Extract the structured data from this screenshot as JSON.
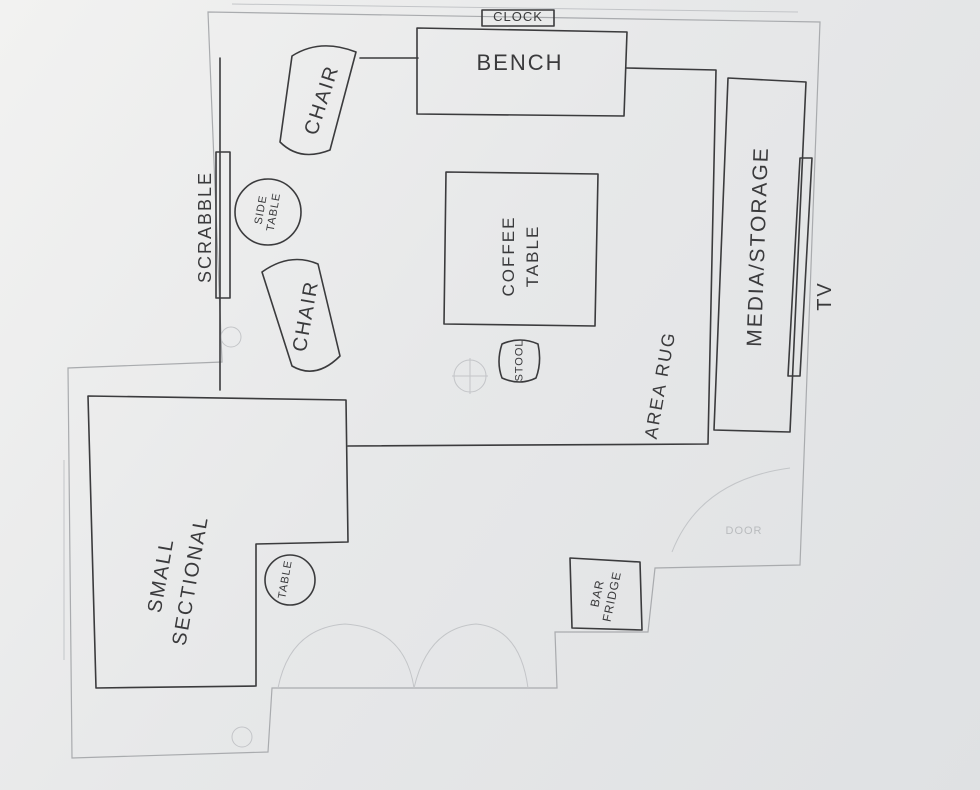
{
  "plan": {
    "labels": {
      "clock": "CLOCK",
      "bench": "BENCH",
      "chair_top": "CHAIR",
      "chair_bottom": "CHAIR",
      "scrabble": "SCRABBLE",
      "side_table_line1": "SIDE",
      "side_table_line2": "TABLE",
      "coffee_table_line1": "COFFEE",
      "coffee_table_line2": "TABLE",
      "stool": "STOOL",
      "area_rug": "AREA RUG",
      "media_storage": "MEDIA/STORAGE",
      "tv": "TV",
      "sectional_line1": "SMALL",
      "sectional_line2": "SECTIONAL",
      "table": "TABLE",
      "bar_fridge_line1": "BAR",
      "bar_fridge_line2": "FRIDGE",
      "door": "DOOR"
    },
    "colors": {
      "ink": "#3b3b3d",
      "pencil": "#a9abae",
      "paper": "#eceded"
    }
  }
}
